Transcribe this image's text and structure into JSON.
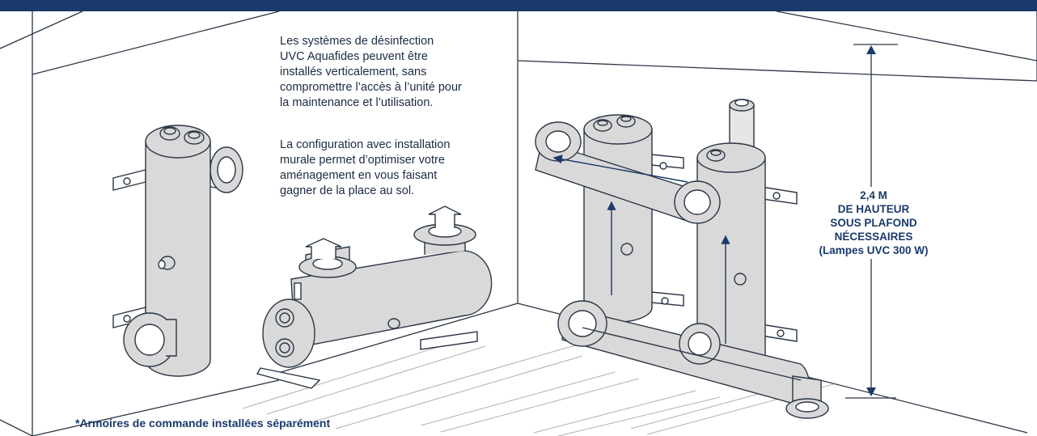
{
  "description": {
    "paragraph1": [
      "Les systèmes de désinfection",
      "UVC Aquafides peuvent être",
      "installés verticalement, sans",
      "compromettre l’accès à l’unité pour",
      "la maintenance et l’utilisation."
    ],
    "paragraph2": [
      "La configuration avec installation",
      "murale permet d’optimiser votre",
      "aménagement en vous faisant",
      "gagner de la place au sol."
    ]
  },
  "height_callout": [
    "2,4 M",
    "DE HAUTEUR",
    "SOUS PLAFOND",
    "NÉCESSAIRES",
    "(Lampes UVC 300 W)"
  ],
  "footnote": "*Armoires de commande installées séparément",
  "colors": {
    "banner": "#1a3a6b",
    "unit_fill": "#d9d9d9",
    "line": "#2b3645",
    "arrow": "#1a3a6b",
    "floor_line": "#b0b0b0"
  }
}
